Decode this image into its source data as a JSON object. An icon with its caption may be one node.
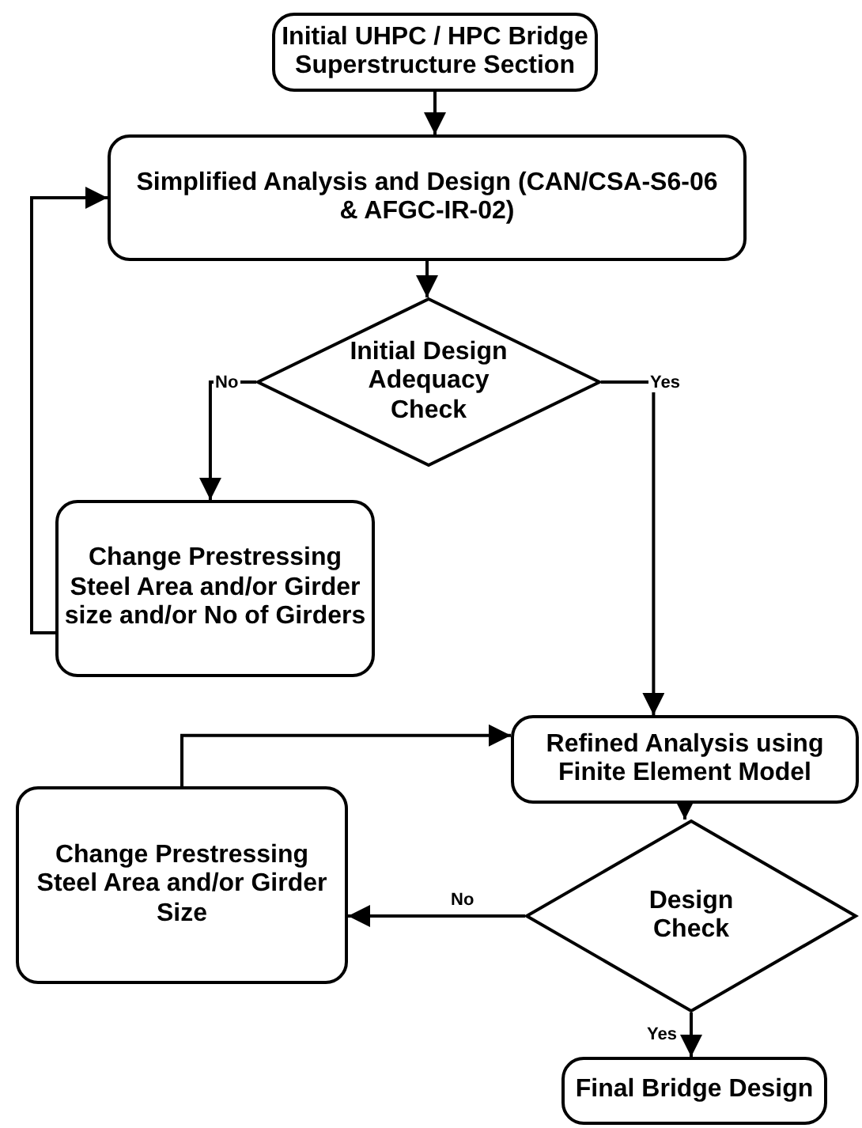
{
  "diagram": {
    "nodes": [
      {
        "text": [
          "Initial UHPC / HPC Bridge Superstructure Section"
        ]
      },
      {
        "text": [
          "Simplified Analysis and Design (CAN/CSA-S6-06 & AFGC-IR-02)"
        ]
      },
      {
        "text": [
          "Initial Design Adequacy Check"
        ]
      },
      {
        "text": [
          "Change Prestressing Steel Area and/or Girder size and/or No of Girders"
        ]
      },
      {
        "text": [
          "Refined Analysis using Finite Element Model"
        ]
      },
      {
        "text": [
          "Design Check"
        ]
      },
      {
        "text": [
          "Change Prestressing Steel Area and/or Girder Size"
        ]
      },
      {
        "text": [
          "Final Bridge Design"
        ]
      }
    ],
    "edges": [
      {
        "from": 0,
        "to": 1,
        "arrow": "to"
      },
      {
        "from": 1,
        "to": 2,
        "arrow": "to"
      },
      {
        "from": 2,
        "to": 3,
        "arrow": "to",
        "label": "No"
      },
      {
        "from": 2,
        "to": 4,
        "arrow": "to",
        "label": "Yes"
      },
      {
        "from": 3,
        "to": 1,
        "arrow": "to"
      },
      {
        "from": 4,
        "to": 5,
        "arrow": "to"
      },
      {
        "from": 5,
        "to": 6,
        "arrow": "to",
        "label": "No"
      },
      {
        "from": 6,
        "to": 4,
        "arrow": "to"
      },
      {
        "from": 5,
        "to": 7,
        "arrow": "to",
        "label": "Yes"
      }
    ]
  }
}
